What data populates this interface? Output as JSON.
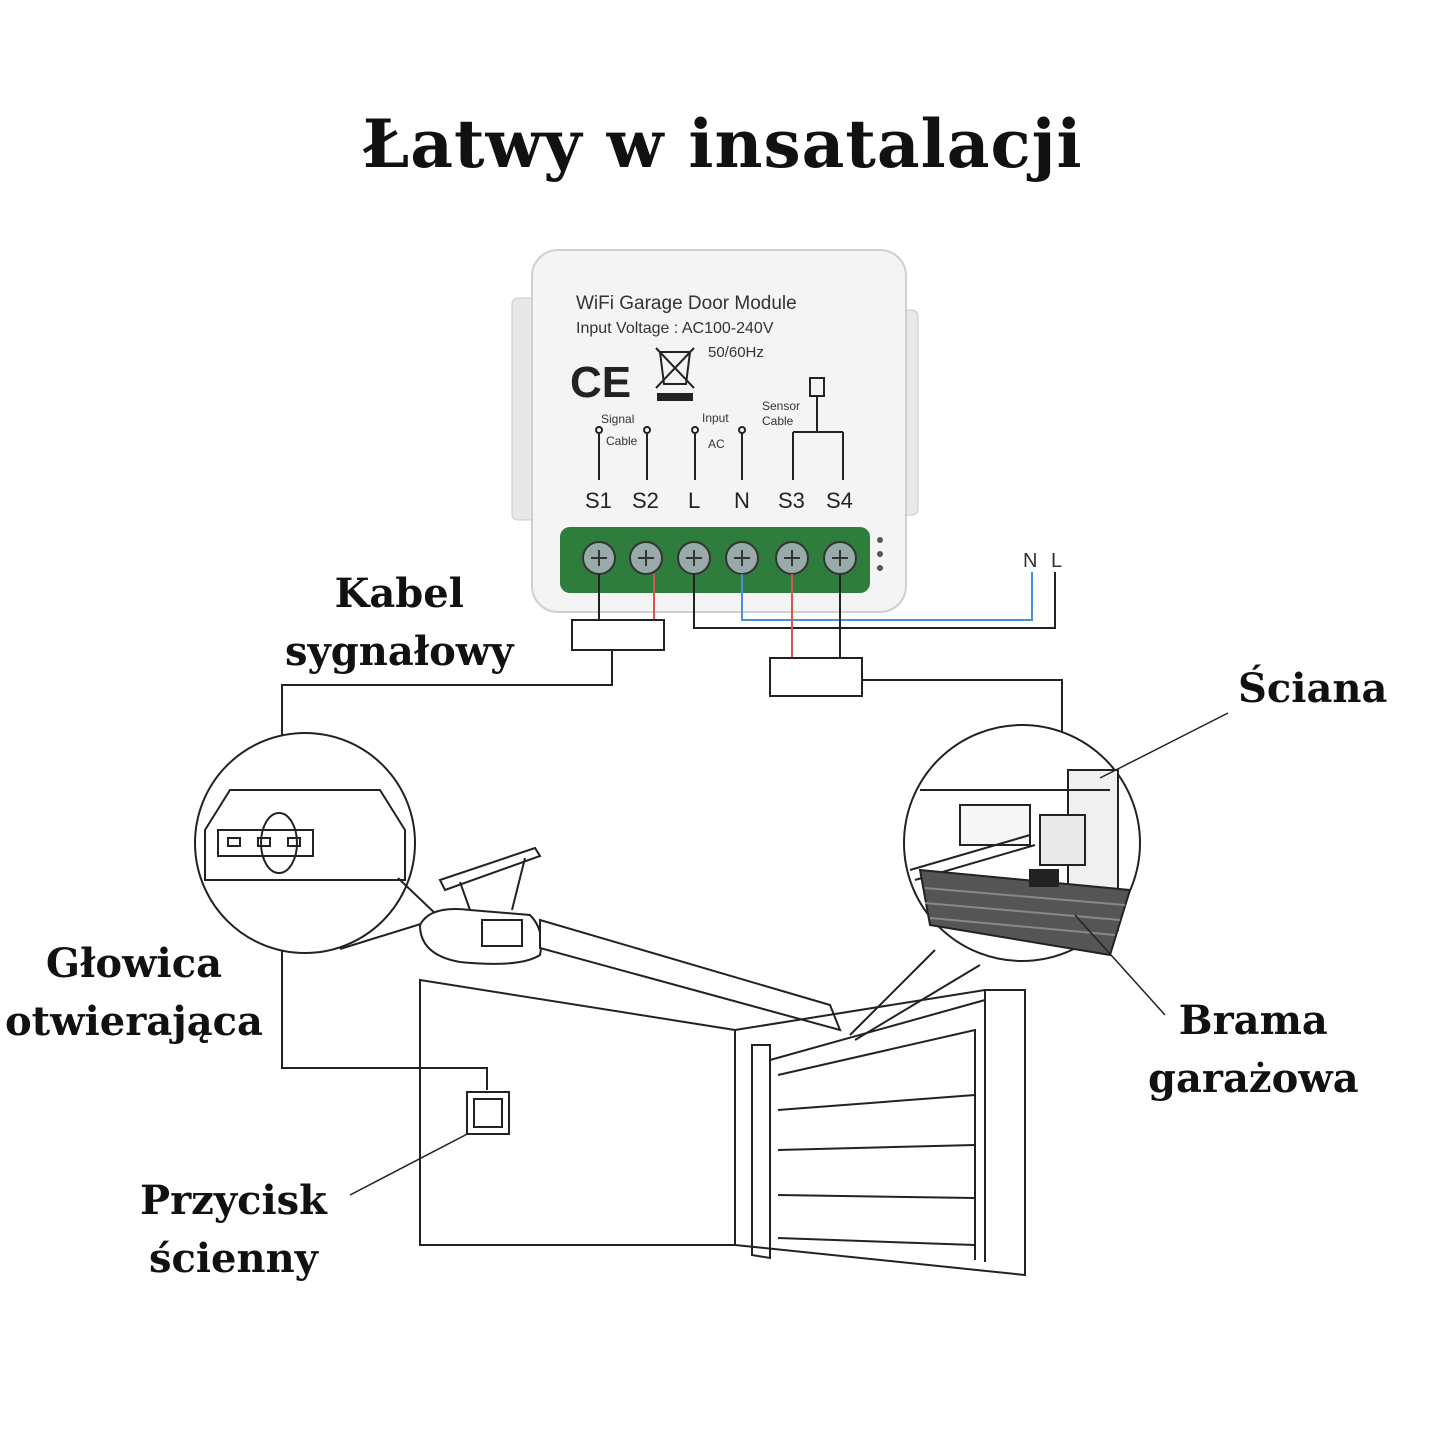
{
  "title": "Łatwy w insatalacji",
  "module": {
    "name": "WiFi Garage Door Module",
    "voltage": "Input Voltage : AC100-240V",
    "frequency": "50/60Hz",
    "ce_mark": "CE",
    "signal_label": "Signal",
    "signal_cable": "Cable",
    "input_label": "Input",
    "ac_label": "AC",
    "sensor_label": "Sensor",
    "sensor_cable": "Cable",
    "terminals": [
      "S1",
      "S2",
      "L",
      "N",
      "S3",
      "S4"
    ]
  },
  "mains": {
    "n": "N",
    "l": "L"
  },
  "labels": {
    "kabel": [
      "Kabel",
      "sygnałowy"
    ],
    "sciana": "Ściana",
    "glowica": [
      "Głowica",
      "otwierająca"
    ],
    "brama": [
      "Brama",
      "garażowa"
    ],
    "przycisk": [
      "Przycisk",
      "ścienny"
    ]
  },
  "colors": {
    "terminal_green": "#2e7d3c",
    "wire_blue": "#4a90d9",
    "wire_red": "#d9534f",
    "line": "#222222"
  }
}
